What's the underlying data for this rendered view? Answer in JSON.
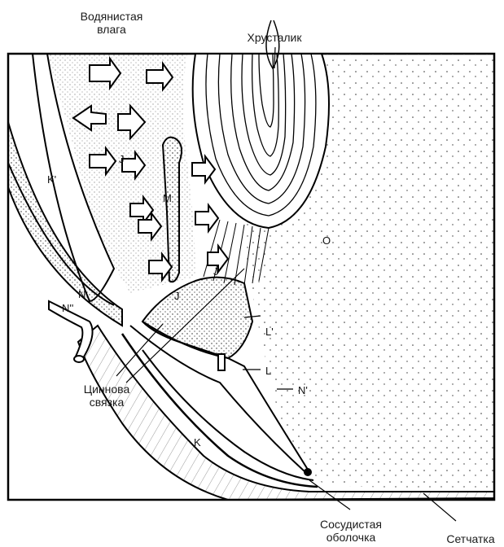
{
  "labels": {
    "aqueous_1": "Водянистая",
    "aqueous_2": "влага",
    "lens": "Хрусталик",
    "zonule_1": "Циннова",
    "zonule_2": "связка",
    "choroid_1": "Сосудистая",
    "choroid_2": "оболочка",
    "retina": "Сетчатка"
  },
  "markers": {
    "K1": "K'",
    "K": "K",
    "N2": "N''",
    "N": "N",
    "N1": "N'",
    "J1": "J",
    "J2": "J",
    "J3": "J",
    "M": "M",
    "L1": "L'",
    "L": "L",
    "O": "O"
  }
}
